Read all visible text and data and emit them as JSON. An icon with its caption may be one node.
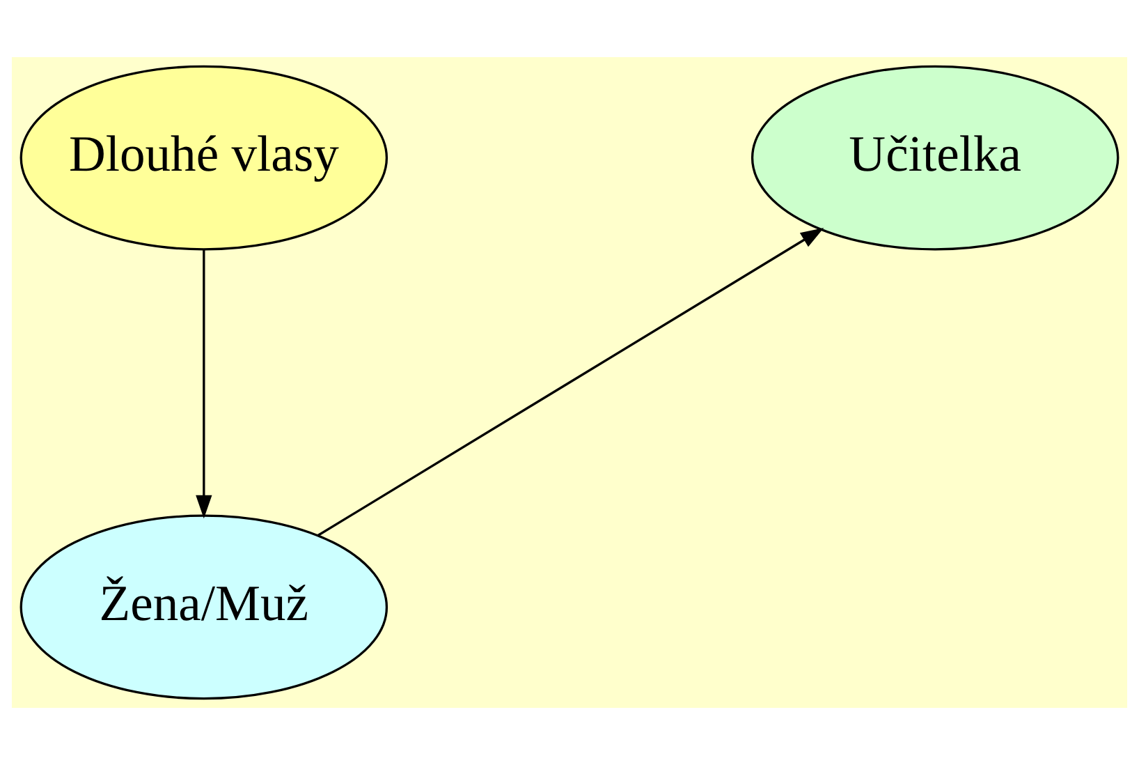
{
  "diagram": {
    "nodes": [
      {
        "text": [
          "Dlouhé vlasy"
        ]
      },
      {
        "text": [
          "Učitelka"
        ]
      },
      {
        "text": [
          "Žena/Muž"
        ]
      }
    ],
    "edges": [
      {
        "from": 0,
        "to": 2,
        "arrow": "to"
      },
      {
        "from": 2,
        "to": 1,
        "arrow": "to"
      }
    ]
  }
}
